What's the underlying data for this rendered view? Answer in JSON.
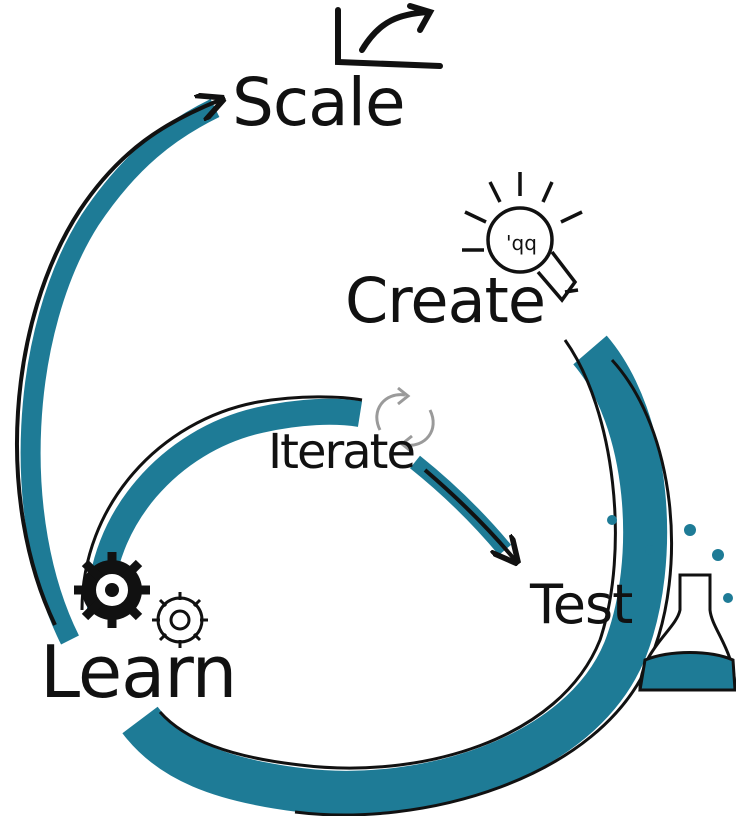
{
  "diagram": {
    "labels": {
      "scale": "Scale",
      "create": "Create",
      "iterate": "Iterate",
      "test": "Test",
      "learn": "Learn"
    },
    "lightbulb_text": "'qq",
    "colors": {
      "teal": "#1E7B96",
      "ink": "#111111",
      "background": "#ffffff"
    },
    "icons": [
      "growth-chart-icon",
      "lightbulb-icon",
      "refresh-cycle-icon",
      "gear-icon",
      "beaker-icon"
    ]
  }
}
